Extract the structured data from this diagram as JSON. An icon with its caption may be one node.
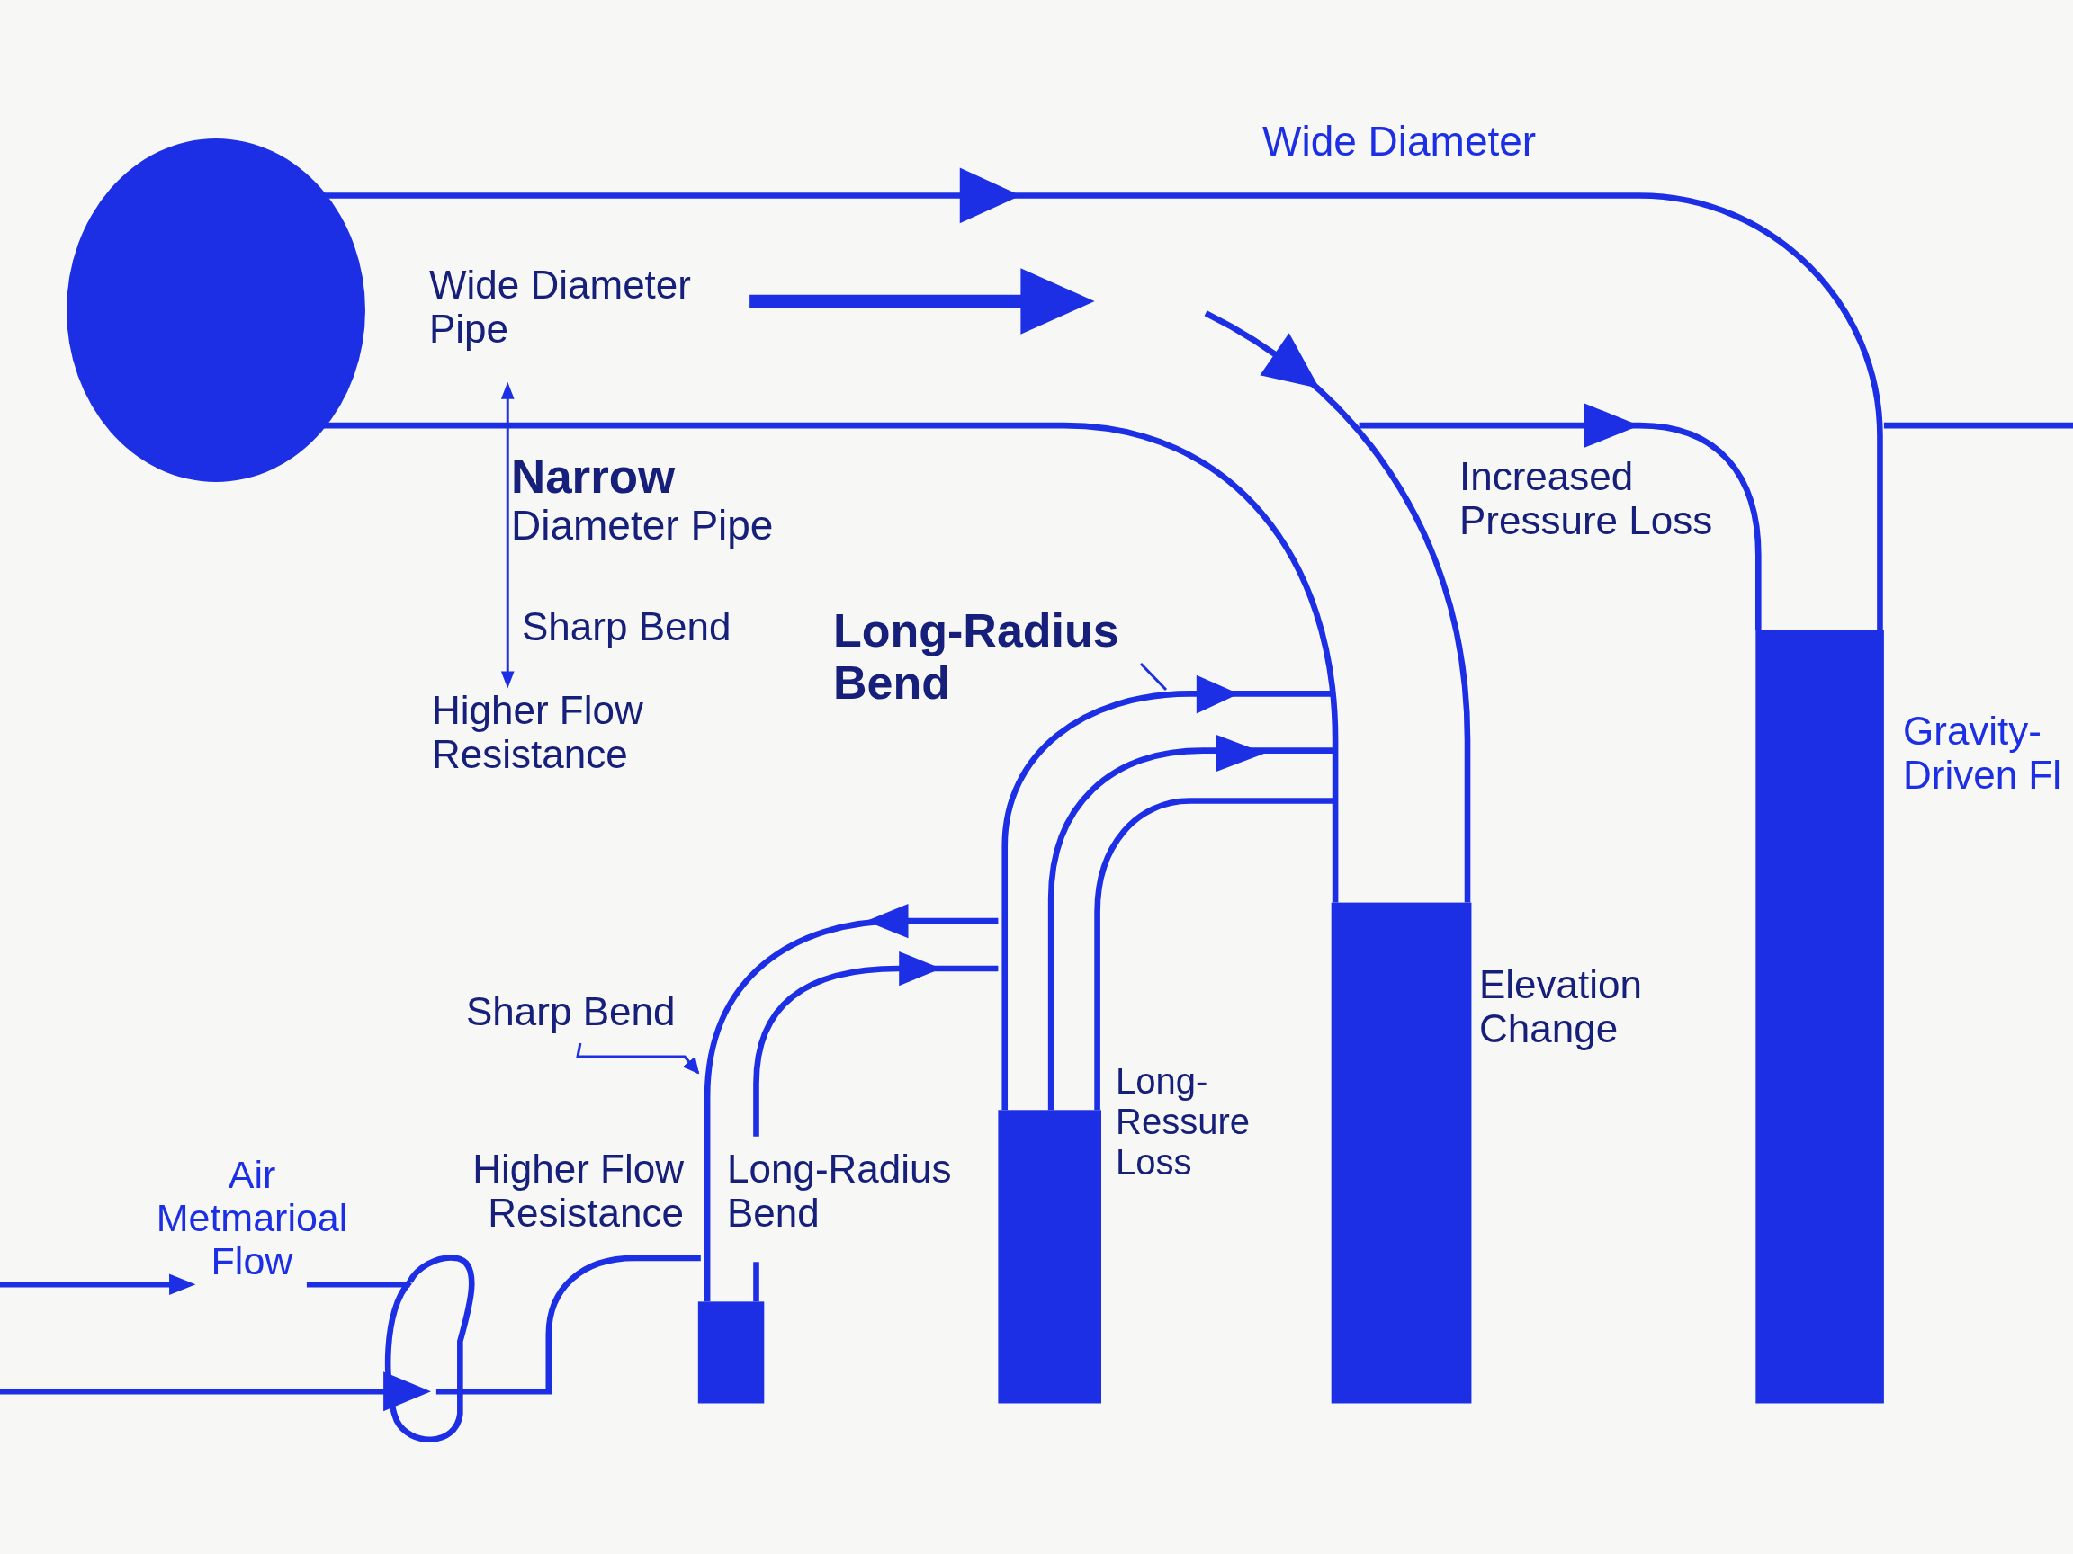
{
  "diagram": {
    "nodes": [
      {
        "text": [],
        "shape": "circle"
      },
      {
        "text": [
          "Long-Radius Bend"
        ]
      },
      {
        "text": [
          "Sharp Bend"
        ]
      }
    ],
    "edges": [
      {
        "from": 1,
        "to": null,
        "arrow": "none"
      },
      {
        "from": 2,
        "to": null,
        "arrow": "to"
      }
    ],
    "labels": [
      "Wide Diameter",
      "Wide Diameter Pipe",
      "**Narrow** Diameter Pipe",
      "Increased Pressure Loss",
      "Sharp Bend",
      "Higher Flow Resistance",
      "Gravity- Driven Fl",
      "Elevation Change",
      "Long- Ressure Loss",
      "Air Metmarioal Flow",
      "Higher Flow Resistance",
      "Long-Radius Bend"
    ]
  }
}
